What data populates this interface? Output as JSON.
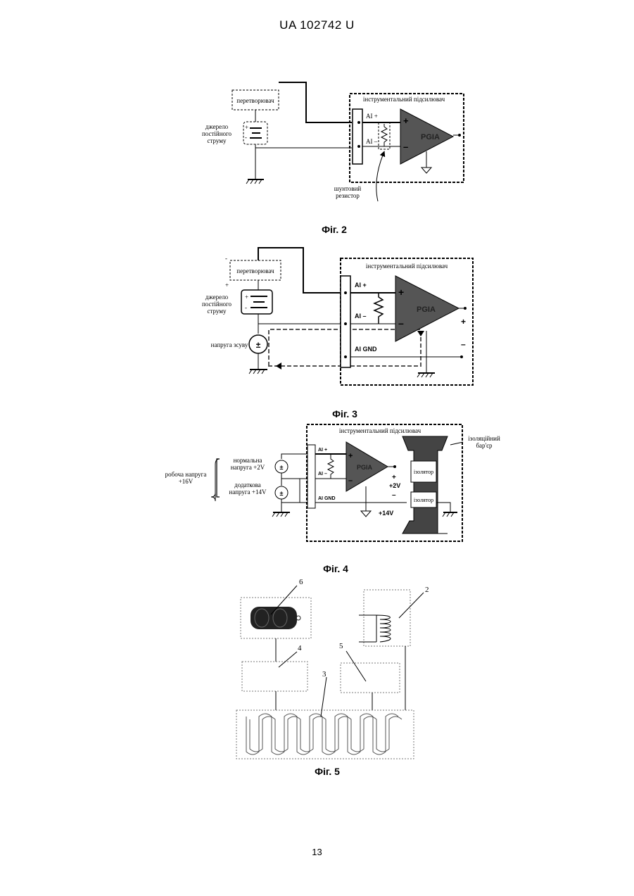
{
  "header": {
    "patent_number": "UA   102742   U"
  },
  "page_number": "13",
  "fig2": {
    "caption": "Фіг. 2",
    "converter": "перетворювач",
    "amplifier": "інструментальний підсилювач",
    "source_l1": "джерело",
    "source_l2": "постійного",
    "source_l3": "струму",
    "ai_plus": "AI +",
    "ai_minus": "AI –",
    "pgia": "PGIA",
    "plus_sign": "+",
    "minus_sign": "–",
    "resistor_l1": "шунтовий",
    "resistor_l2": "резистор"
  },
  "fig3": {
    "caption": "Фіг. 3",
    "converter": "перетворювач",
    "amplifier": "інструментальний підсилювач",
    "source_l1": "джерело",
    "source_l2": "постійного",
    "source_l3": "струму",
    "bias": "напруга зсуву",
    "ai_plus": "AI +",
    "ai_minus": "AI –",
    "ai_gnd": "AI GND",
    "pgia": "PGIA",
    "plus_sign": "+",
    "minus_sign": "–",
    "out_plus": "+",
    "out_minus": "–",
    "pm": "±"
  },
  "fig4": {
    "caption": "Фіг. 4",
    "amplifier": "інструментальний підсилювач",
    "barrier_l1": "ізоляційний",
    "barrier_l2": "бар'єр",
    "working_l1": "робоча напруга",
    "working_l2": "+16V",
    "normal_l1": "нормальна",
    "normal_l2": "напруга +2V",
    "extra_l1": "додаткова",
    "extra_l2": "напруга +14V",
    "ai_plus": "AI +",
    "ai_minus": "AI –",
    "ai_gnd": "AI GND",
    "pgia": "PGIA",
    "v2": "+2V",
    "v14": "+14V",
    "isolator1": "ізолятор",
    "isolator2": "ізолятор",
    "plus_sign": "+",
    "minus_sign": "–",
    "pm": "±"
  },
  "fig5": {
    "caption": "Фіг. 5",
    "n2": "2",
    "n3": "3",
    "n4": "4",
    "n5": "5",
    "n6": "6"
  }
}
